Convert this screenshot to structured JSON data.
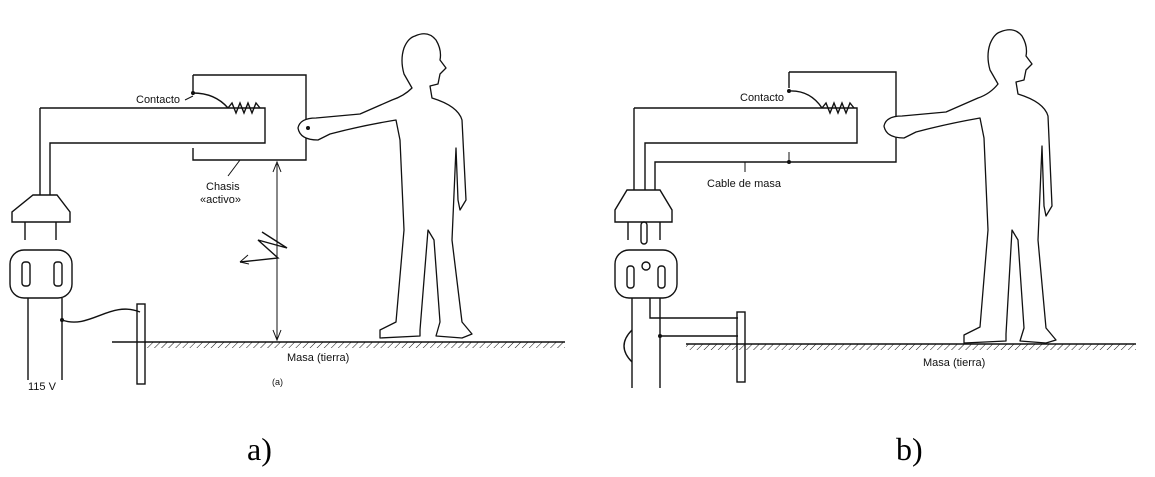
{
  "panel_a": {
    "contact_label": "Contacto",
    "chassis_label_1": "Chasis",
    "chassis_label_2": "«activo»",
    "ground_label": "Masa (tierra)",
    "voltage_label": "115 V",
    "sub_label": "(a)",
    "caption": "a)"
  },
  "panel_b": {
    "contact_label": "Contacto",
    "ground_cable_label": "Cable de masa",
    "ground_label": "Masa (tierra)",
    "caption": "b)"
  }
}
